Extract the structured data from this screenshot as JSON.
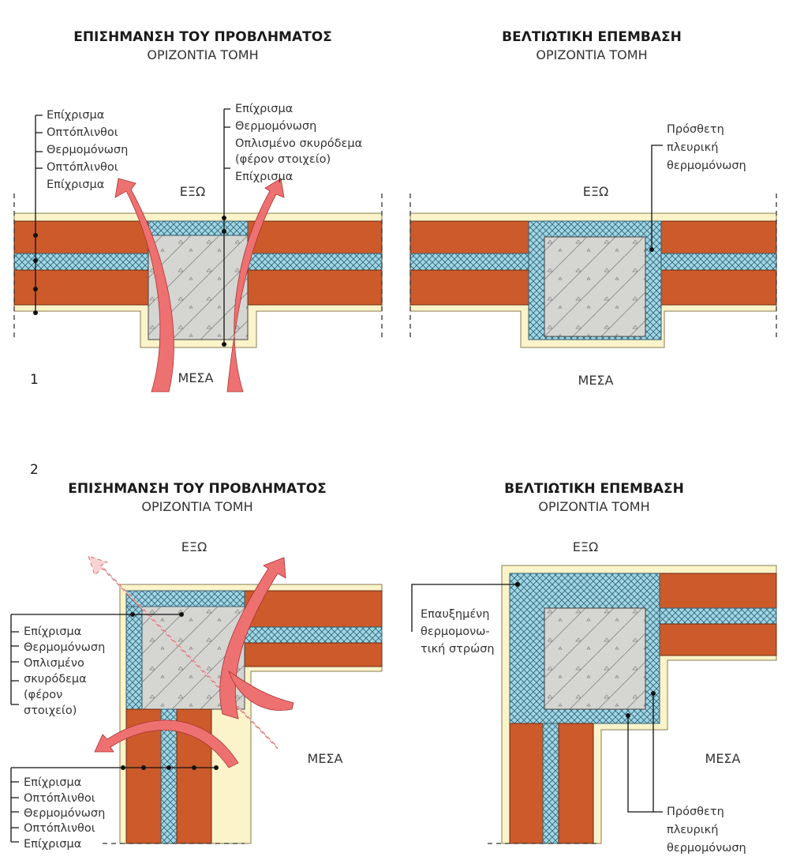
{
  "panels": {
    "p1_left": {
      "title": "ΕΠΙΣΗΜΑΝΣΗ ΤΟΥ ΠΡΟΒΛΗΜΑΤΟΣ",
      "subtitle": "ΟΡΙΖΟΝΤΙΑ ΤΟΜΗ"
    },
    "p1_right": {
      "title": "ΒΕΛΤΙΩΤΙΚΗ ΕΠΕΜΒΑΣΗ",
      "subtitle": "ΟΡΙΖΟΝΤΙΑ ΤΟΜΗ"
    },
    "p2_left": {
      "title": "ΕΠΙΣΗΜΑΝΣΗ ΤΟΥ ΠΡΟΒΛΗΜΑΤΟΣ",
      "subtitle": "ΟΡΙΖΟΝΤΙΑ ΤΟΜΗ"
    },
    "p2_right": {
      "title": "ΒΕΛΤΙΩΤΙΚΗ ΕΠΕΜΒΑΣΗ",
      "subtitle": "ΟΡΙΖΟΝΤΙΑ ΤΟΜΗ"
    }
  },
  "figure_numbers": {
    "first": "1",
    "second": "2"
  },
  "sides": {
    "outside": "ΕΞΩ",
    "inside": "ΜΕΣΑ"
  },
  "labels_wall": [
    "Επίχρισμα",
    "Οπτόπλινθοι",
    "Θερμομόνωση",
    "Οπτόπλινθοι",
    "Επίχρισμα"
  ],
  "labels_column_1": [
    "Επίχρισμα",
    "Θερμομόνωση",
    "Οπλισμένο σκυρόδεμα",
    "(φέρον στοιχείο)",
    "Επίχρισμα"
  ],
  "labels_column_2": [
    "Επίχρισμα",
    "Θερμομόνωση",
    "Οπλισμένο",
    "σκυρόδεμα",
    "(φέρον",
    "στοιχείο)"
  ],
  "labels_side_insulation": [
    "Πρόσθετη",
    "πλευρική",
    "θερμομόνωση"
  ],
  "labels_increased_layer": [
    "Επαυξημένη",
    "θερμομονω-",
    "τική στρώση"
  ],
  "colors": {
    "brick": "#cc5a2a",
    "insulation": "#9ed7e6",
    "plaster": "#fbf3c9",
    "concrete": "#d5d5d2",
    "heat_arrow": "#ee7171"
  }
}
